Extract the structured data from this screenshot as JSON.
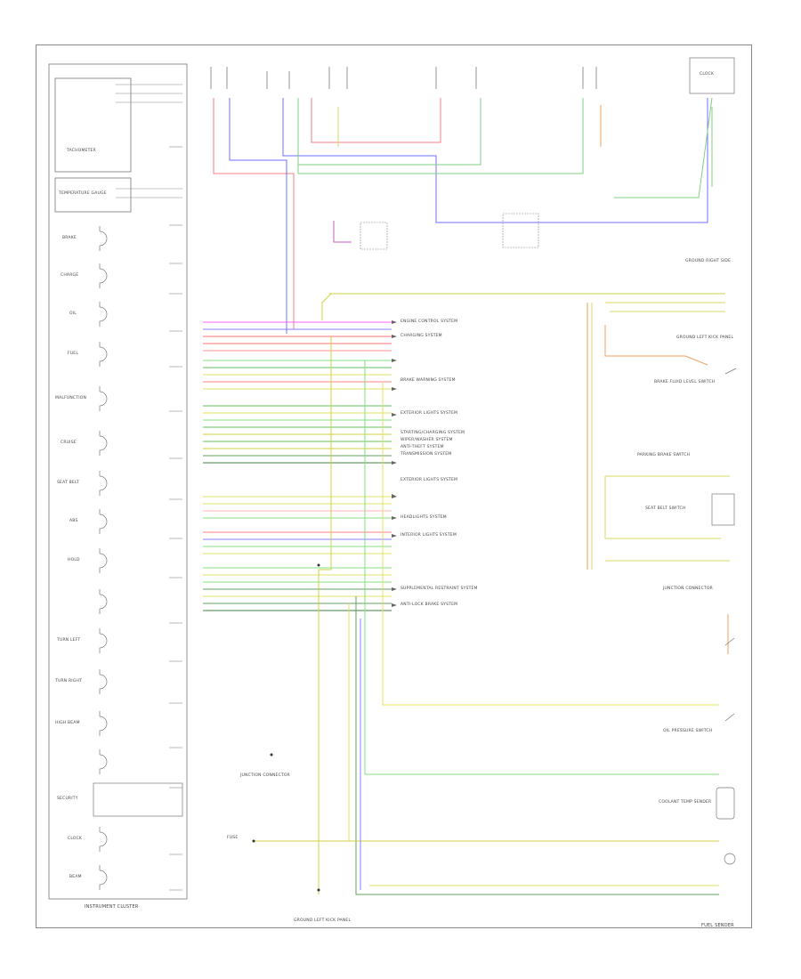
{
  "diagram": {
    "figure_ref": "",
    "cluster_title": "INSTRUMENT CLUSTER",
    "fuel_sender_label": "FUEL SENDER",
    "indicators": [
      {
        "label": "TACHOMETER"
      },
      {
        "label": "TEMPERATURE GAUGE"
      },
      {
        "label": "BRAKE"
      },
      {
        "label": "CHARGE"
      },
      {
        "label": "OIL"
      },
      {
        "label": "FUEL"
      },
      {
        "label": "MALFUNCTION"
      },
      {
        "label": "CRUISE"
      },
      {
        "label": "SEAT BELT"
      },
      {
        "label": "ABS"
      },
      {
        "label": "HOLD"
      },
      {
        "label": "TURN LEFT"
      },
      {
        "label": "TURN RIGHT"
      },
      {
        "label": "HIGH BEAM"
      },
      {
        "label": "SECURITY"
      },
      {
        "label": "CLOCK"
      },
      {
        "label": "BEAM"
      }
    ],
    "system_refs": [
      {
        "label": "ENGINE CONTROL SYSTEM"
      },
      {
        "label": "CHARGING SYSTEM"
      },
      {
        "label": "BRAKE WARNING SYSTEM"
      },
      {
        "label": "EXTERIOR LIGHTS SYSTEM"
      },
      {
        "label": "STARTING/CHARGING SYSTEM"
      },
      {
        "label": "WIPER/WASHER SYSTEM"
      },
      {
        "label": "ANTI-THEFT SYSTEM"
      },
      {
        "label": "TRANSMISSION SYSTEM"
      },
      {
        "label": "EXTERIOR LIGHTS SYSTEM"
      },
      {
        "label": "HEADLIGHTS SYSTEM"
      },
      {
        "label": "INTERIOR LIGHTS SYSTEM"
      },
      {
        "label": "SUPPLEMENTAL RESTRAINT SYSTEM"
      },
      {
        "label": "ANTI-LOCK BRAKE SYSTEM"
      }
    ],
    "right_components": [
      {
        "label": "CLOCK"
      },
      {
        "label": "GROUND RIGHT SIDE"
      },
      {
        "label": "GROUND LEFT KICK PANEL"
      },
      {
        "label": "BRAKE FLUID LEVEL SWITCH"
      },
      {
        "label": "PARKING BRAKE SWITCH"
      },
      {
        "label": "SEAT BELT SWITCH"
      },
      {
        "label": "JUNCTION CONNECTOR"
      },
      {
        "label": "OIL PRESSURE SWITCH"
      },
      {
        "label": "COOLANT TEMP SENDER"
      }
    ],
    "bottom_labels": [
      {
        "label": "GROUND LEFT KICK PANEL"
      },
      {
        "label": "JUNCTION CONNECTOR"
      },
      {
        "label": "FUSE"
      }
    ]
  }
}
